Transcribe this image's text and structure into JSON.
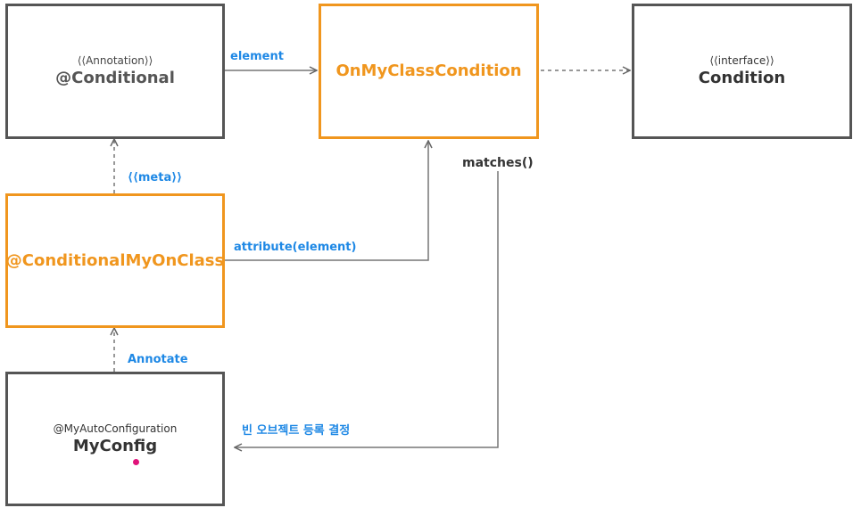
{
  "boxes": {
    "conditional": {
      "stereotype": "⟨⟨Annotation⟩⟩",
      "title": "@Conditional"
    },
    "on_my_class_condition": {
      "title": "OnMyClassCondition"
    },
    "condition": {
      "stereotype": "⟨⟨interface⟩⟩",
      "title": "Condition"
    },
    "conditional_my_on_class": {
      "title": "@ConditionalMyOnClass"
    },
    "my_config": {
      "stereotype": "@MyAutoConfiguration",
      "title": "MyConfig"
    }
  },
  "edges": {
    "element": "element",
    "meta": "⟨⟨meta⟩⟩",
    "attribute": "attribute(element)",
    "matches": "matches()",
    "annotate": "Annotate",
    "bean_register": "빈 오브젝트 등록 결정"
  },
  "colors": {
    "gray_border": "#555555",
    "orange_accent": "#f0961e",
    "blue_label": "#1e88e5",
    "line": "#777777",
    "cursor": "#e0137a"
  }
}
